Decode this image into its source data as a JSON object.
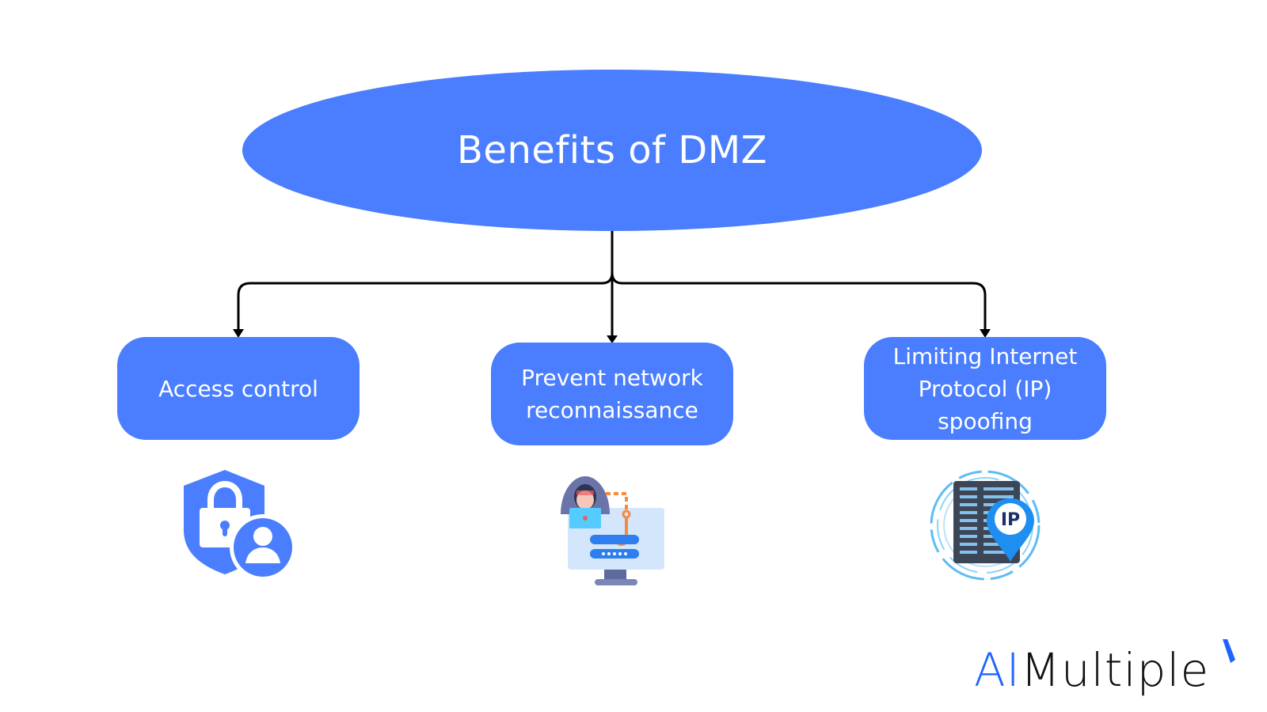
{
  "title": "Benefits of DMZ",
  "colors": {
    "node_fill": "#4a7efe",
    "node_text": "#ffffff",
    "connector": "#000000",
    "logo_accent": "#1f63ff",
    "logo_text": "#111111"
  },
  "benefits": [
    {
      "label": "Access control",
      "lines": [
        "Access control"
      ],
      "icon": "shield-lock-user-icon"
    },
    {
      "label": "Prevent network reconnaissance",
      "lines": [
        "Prevent network",
        "reconnaissance"
      ],
      "icon": "hacker-phishing-icon"
    },
    {
      "label": "Limiting Internet Protocol (IP) spoofing",
      "lines": [
        "Limiting Internet",
        "Protocol (IP)",
        "spoofing"
      ],
      "icon": "ip-server-location-icon",
      "icon_text": "IP"
    }
  ],
  "logo": {
    "ai": "AI",
    "rest": "Multiple"
  }
}
